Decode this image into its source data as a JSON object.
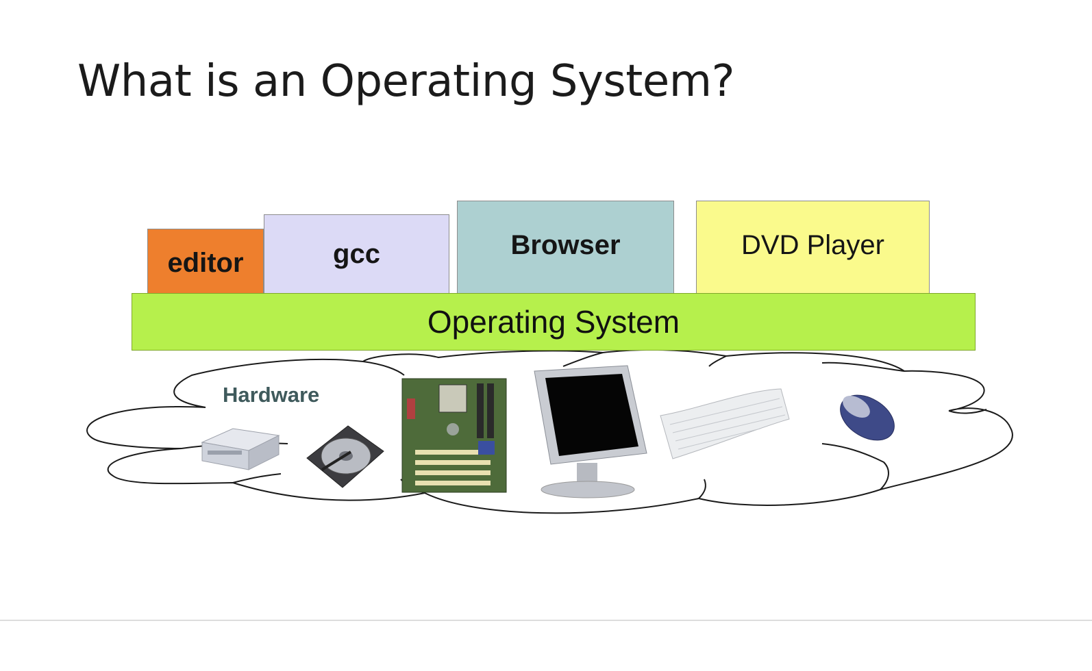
{
  "title": "What is an Operating System?",
  "applications": [
    {
      "label": "editor",
      "color": "#ee7f2d"
    },
    {
      "label": "gcc",
      "color": "#dcdaf6"
    },
    {
      "label": "Browser",
      "color": "#add0d1"
    },
    {
      "label": "DVD Player",
      "color": "#fafa8c"
    }
  ],
  "operating_system": {
    "label": "Operating System",
    "color": "#b6f04c"
  },
  "hardware": {
    "label": "Hardware",
    "devices": [
      "optical-drive-icon",
      "hard-disk-icon",
      "motherboard-icon",
      "monitor-icon",
      "keyboard-icon",
      "mouse-icon"
    ]
  }
}
